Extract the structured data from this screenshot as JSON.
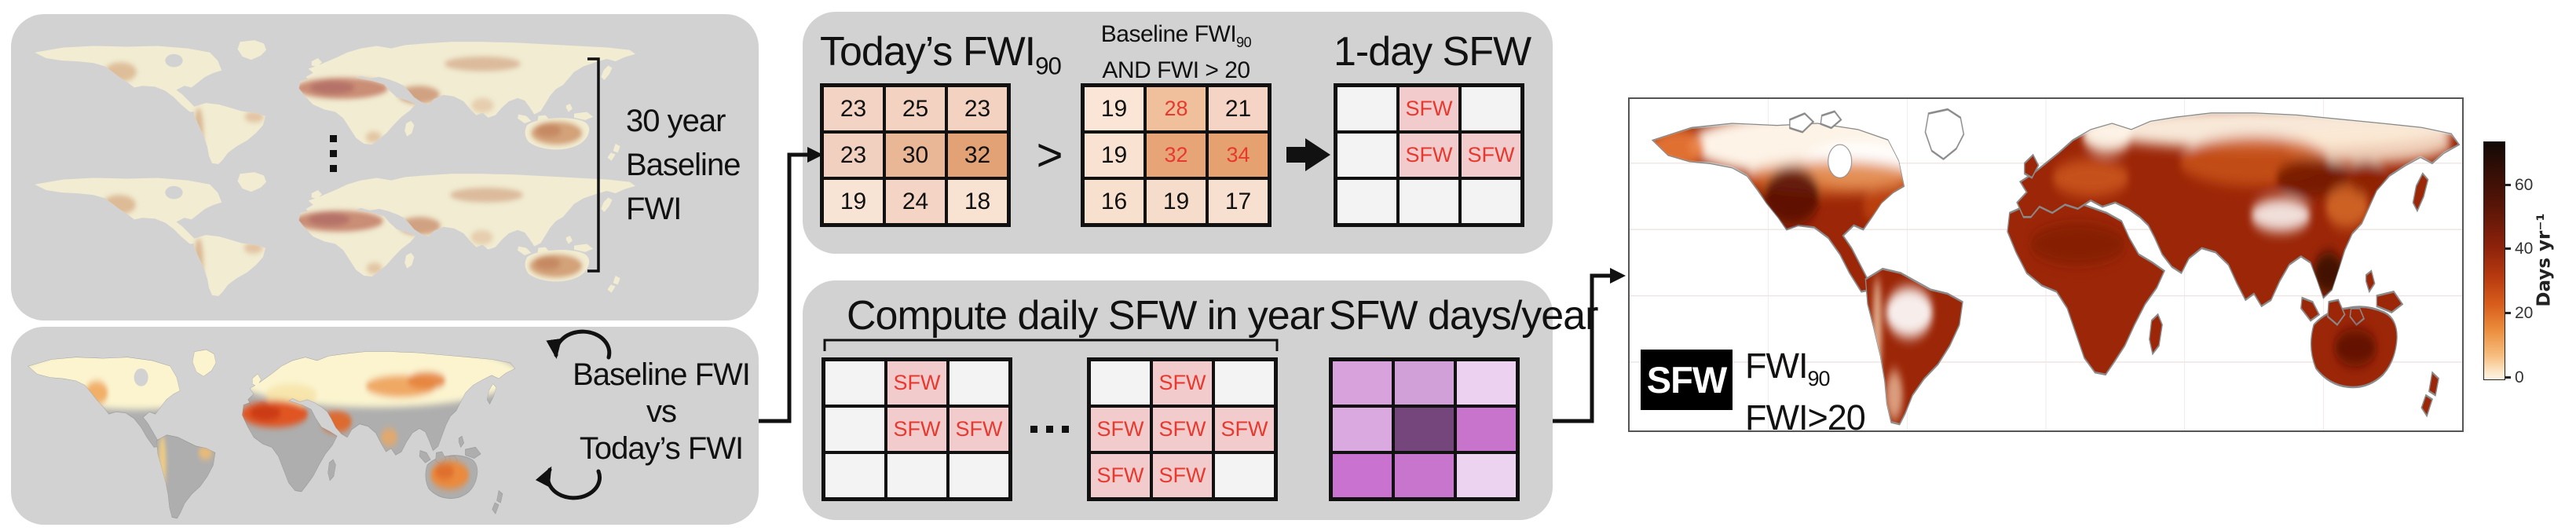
{
  "colors": {
    "panel_gray": "#d2d2d2",
    "accent_red": "#e8392e",
    "sfw_cell_pink": "#f2cbcd",
    "empty_cell": "#f4f3f3",
    "grid_line_black": "#111111"
  },
  "left_top_box": {
    "label_lines": [
      "30 year",
      "Baseline",
      "FWI"
    ],
    "maps": "two stacked 30-year baseline FWI world maps with vertical ellipsis between"
  },
  "left_bottom_box": {
    "label_lines": [
      "Baseline FWI",
      "vs",
      "Today’s FWI"
    ]
  },
  "process_box_compare": {
    "grid1_title_main": "Today’s FWI",
    "grid1_title_sub": "90",
    "comparator": ">",
    "grid2_title_line1_main": "Baseline FWI",
    "grid2_title_line1_sub": "90",
    "grid2_title_line2": "AND FWI > 20",
    "grid3_title": "1-day SFW",
    "grid_today": {
      "cells": [
        {
          "v": "23",
          "bg": "#f3d3c3"
        },
        {
          "v": "25",
          "bg": "#f4d2c2"
        },
        {
          "v": "23",
          "bg": "#f3d2c2"
        },
        {
          "v": "23",
          "bg": "#f2d0bf"
        },
        {
          "v": "30",
          "bg": "#e9b696"
        },
        {
          "v": "32",
          "bg": "#e2a276"
        },
        {
          "v": "19",
          "bg": "#f8e4d4"
        },
        {
          "v": "24",
          "bg": "#f4d5c5"
        },
        {
          "v": "18",
          "bg": "#f8e3d3"
        }
      ]
    },
    "grid_baseline": {
      "cells": [
        {
          "v": "19",
          "bg": "#fae5d6"
        },
        {
          "v": "28",
          "bg": "#efc09b",
          "red": true
        },
        {
          "v": "21",
          "bg": "#f5d4c6"
        },
        {
          "v": "19",
          "bg": "#f9e2d2"
        },
        {
          "v": "32",
          "bg": "#e7a577",
          "red": true
        },
        {
          "v": "34",
          "bg": "#e6a171",
          "red": true
        },
        {
          "v": "16",
          "bg": "#f8e0cf"
        },
        {
          "v": "19",
          "bg": "#f6dcca"
        },
        {
          "v": "17",
          "bg": "#f8e0d0"
        }
      ]
    },
    "grid_1day_sfw": {
      "cells": [
        {
          "v": "",
          "bg": "#f4f3f3"
        },
        {
          "v": "SFW",
          "bg": "#f2cbcd",
          "red": true
        },
        {
          "v": "",
          "bg": "#f4f3f3"
        },
        {
          "v": "",
          "bg": "#f4f3f3"
        },
        {
          "v": "SFW",
          "bg": "#f2cbcd",
          "red": true
        },
        {
          "v": "SFW",
          "bg": "#f2cbcd",
          "red": true
        },
        {
          "v": "",
          "bg": "#f4f3f3"
        },
        {
          "v": "",
          "bg": "#f4f3f3"
        },
        {
          "v": "",
          "bg": "#f4f3f3"
        }
      ]
    }
  },
  "process_box_yearly": {
    "title_left": "Compute daily SFW in year",
    "title_right": "SFW days/year",
    "grid_day1": {
      "cells": [
        {
          "v": "",
          "bg": "#f4f3f3"
        },
        {
          "v": "SFW",
          "bg": "#f2cbcd",
          "red": true
        },
        {
          "v": "",
          "bg": "#f4f3f3"
        },
        {
          "v": "",
          "bg": "#f4f3f3"
        },
        {
          "v": "SFW",
          "bg": "#f2cbcd",
          "red": true
        },
        {
          "v": "SFW",
          "bg": "#f2cbcd",
          "red": true
        },
        {
          "v": "",
          "bg": "#f4f3f3"
        },
        {
          "v": "",
          "bg": "#f4f3f3"
        },
        {
          "v": "",
          "bg": "#f4f3f3"
        }
      ]
    },
    "grid_dayN": {
      "cells": [
        {
          "v": "",
          "bg": "#f4f3f3"
        },
        {
          "v": "SFW",
          "bg": "#f2cbcd",
          "red": true
        },
        {
          "v": "",
          "bg": "#f4f3f3"
        },
        {
          "v": "SFW",
          "bg": "#f2cbcd",
          "red": true
        },
        {
          "v": "SFW",
          "bg": "#f2cbcd",
          "red": true
        },
        {
          "v": "SFW",
          "bg": "#f2cbcd",
          "red": true
        },
        {
          "v": "SFW",
          "bg": "#f2cbcd",
          "red": true
        },
        {
          "v": "SFW",
          "bg": "#f2cbcd",
          "red": true
        },
        {
          "v": "",
          "bg": "#f4f3f3"
        }
      ]
    },
    "grid_days_per_year": {
      "cells": [
        {
          "v": "",
          "bg": "#d8a3dd"
        },
        {
          "v": "",
          "bg": "#d2a0d8"
        },
        {
          "v": "",
          "bg": "#ecd1f0"
        },
        {
          "v": "",
          "bg": "#d9a9df"
        },
        {
          "v": "",
          "bg": "#74467c"
        },
        {
          "v": "",
          "bg": "#c874cd"
        },
        {
          "v": "",
          "bg": "#c972cf"
        },
        {
          "v": "",
          "bg": "#c775cd"
        },
        {
          "v": "",
          "bg": "#ecd4f0"
        }
      ]
    }
  },
  "result_map": {
    "legend_badge": "SFW",
    "legend_line1_main": "FWI",
    "legend_line1_sub": "90",
    "legend_line2": "FWI>20",
    "colorbar": {
      "title": "Days yr⁻¹",
      "ticks": [
        "60",
        "40",
        "20",
        "0"
      ],
      "range": [
        0,
        70
      ]
    }
  }
}
